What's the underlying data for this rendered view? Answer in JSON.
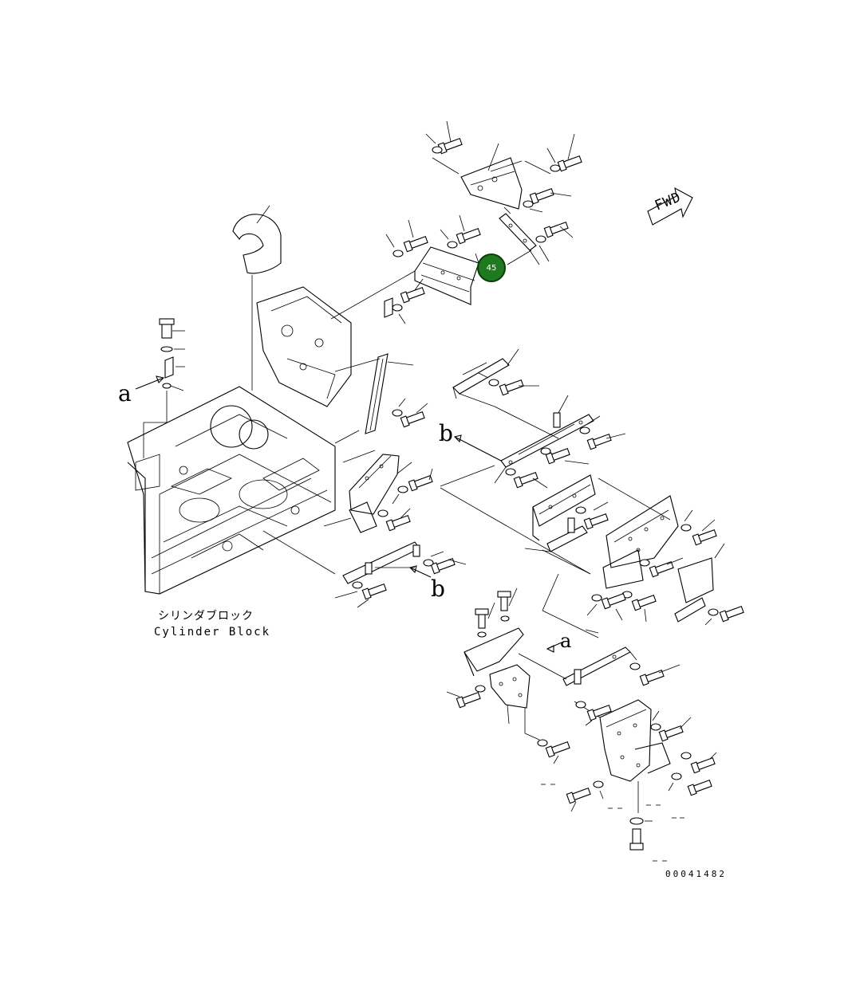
{
  "captions": {
    "japanese": "シリンダブロック",
    "english": "Cylinder Block"
  },
  "drawing_number": "00041482",
  "direction_marker": "FWD",
  "view_letters": {
    "a_left": "a",
    "b_top": "b",
    "b_bottom": "b",
    "a_bottom": "a"
  },
  "callout": {
    "number": "45",
    "color": "#1f7a1f"
  }
}
